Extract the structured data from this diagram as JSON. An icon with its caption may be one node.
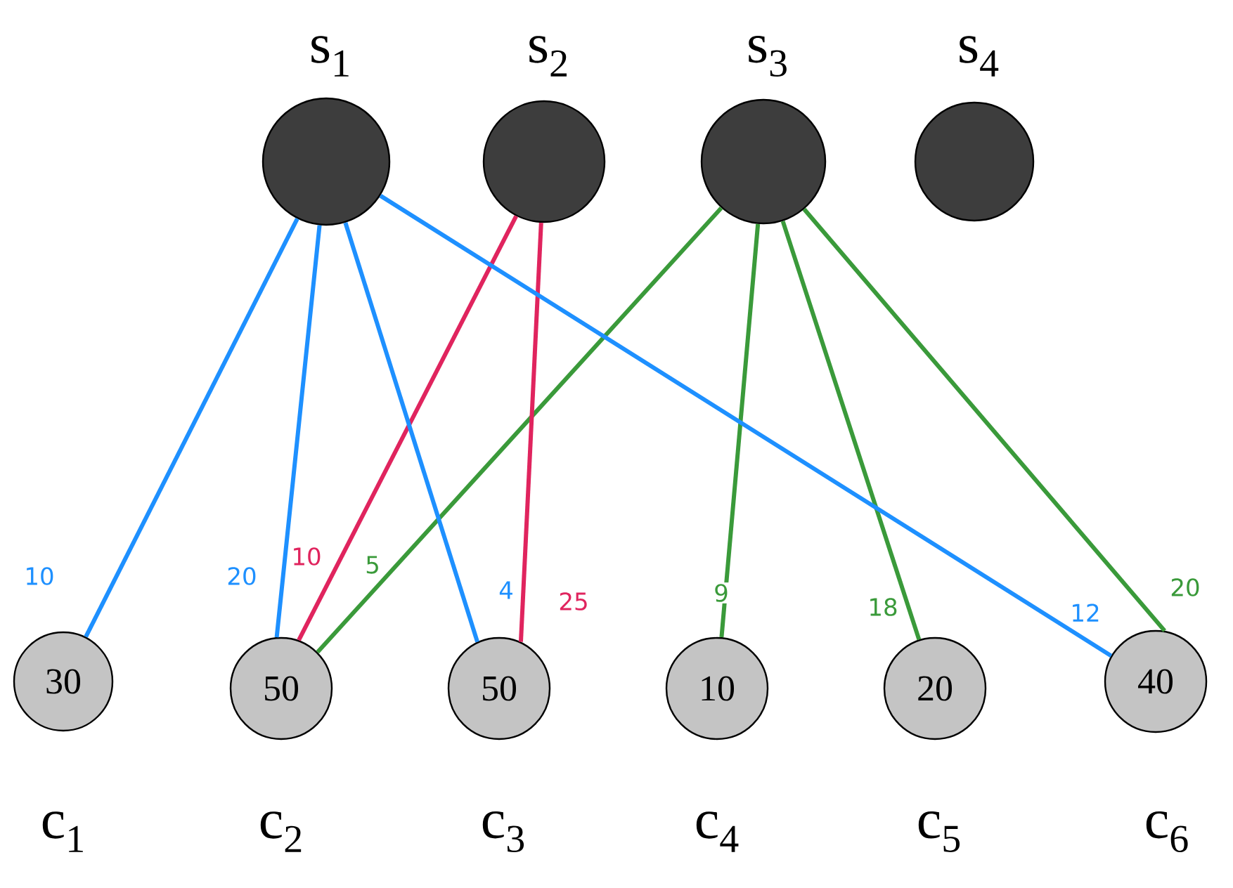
{
  "diagram": {
    "nodes": [
      {
        "text": [
          "s$_{1}$"
        ]
      },
      {
        "text": [
          "s$_{2}$"
        ]
      },
      {
        "text": [
          "s$_{3}$"
        ]
      },
      {
        "text": [
          "s$_{4}$"
        ]
      },
      {
        "text": [
          "30"
        ],
        "beside": [
          "c$_{1}$"
        ]
      },
      {
        "text": [
          "50"
        ],
        "beside": [
          "c$_{2}$"
        ]
      },
      {
        "text": [
          "50"
        ],
        "beside": [
          "c$_{3}$"
        ]
      },
      {
        "text": [
          "10"
        ],
        "beside": [
          "c$_{4}$"
        ]
      },
      {
        "text": [
          "20"
        ],
        "beside": [
          "c$_{5}$"
        ]
      },
      {
        "text": [
          "40"
        ],
        "beside": [
          "c$_{6}$"
        ]
      }
    ],
    "edges": [
      {
        "from": 0,
        "to": 4,
        "arrow": "none",
        "label": "10",
        "color": "#1e90ff"
      },
      {
        "from": 0,
        "to": 5,
        "arrow": "none",
        "label": "20",
        "color": "#1e90ff"
      },
      {
        "from": 0,
        "to": 6,
        "arrow": "none",
        "label": "4",
        "color": "#1e90ff"
      },
      {
        "from": 0,
        "to": 9,
        "arrow": "none",
        "label": "12",
        "color": "#1e90ff"
      },
      {
        "from": 1,
        "to": 5,
        "arrow": "none",
        "label": "10",
        "color": "#e0245e"
      },
      {
        "from": 1,
        "to": 6,
        "arrow": "none",
        "label": "25",
        "color": "#e0245e"
      },
      {
        "from": 2,
        "to": 5,
        "arrow": "none",
        "label": "5",
        "color": "#3a9a3a"
      },
      {
        "from": 2,
        "to": 7,
        "arrow": "none",
        "label": "9",
        "color": "#3a9a3a"
      },
      {
        "from": 2,
        "to": 8,
        "arrow": "none",
        "label": "18",
        "color": "#3a9a3a"
      },
      {
        "from": 2,
        "to": 9,
        "arrow": "none",
        "label": "20",
        "color": "#3a9a3a"
      }
    ]
  }
}
